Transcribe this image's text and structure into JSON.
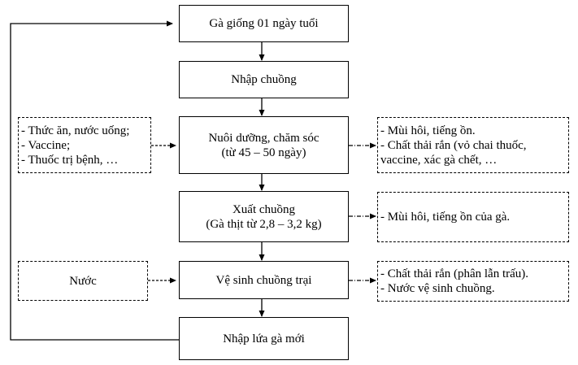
{
  "main_steps": [
    {
      "lines": [
        "Gà giống 01 ngày tuổi"
      ]
    },
    {
      "lines": [
        "Nhập chuồng"
      ]
    },
    {
      "lines": [
        "Nuôi dưỡng, chăm sóc",
        "(từ 45 – 50 ngày)"
      ]
    },
    {
      "lines": [
        "Xuất chuồng",
        "(Gà thịt từ 2,8 – 3,2 kg)"
      ]
    },
    {
      "lines": [
        "Vệ sinh chuồng trại"
      ]
    },
    {
      "lines": [
        "Nhập lứa gà mới"
      ]
    }
  ],
  "inputs": [
    {
      "lines": [
        "- Thức ăn, nước uống;",
        "- Vaccine;",
        "- Thuốc trị bệnh, …"
      ]
    },
    {
      "lines": [
        "Nước"
      ]
    }
  ],
  "outputs": [
    {
      "lines": [
        "- Mùi hôi, tiếng ồn.",
        "-  Chất thải rắn (vỏ chai thuốc,",
        "vaccine, xác gà chết, …"
      ]
    },
    {
      "lines": [
        "- Mùi hôi, tiếng ồn của gà."
      ]
    },
    {
      "lines": [
        "- Chất thải rắn (phân lẫn trấu).",
        "- Nước vệ sinh chuồng."
      ]
    }
  ]
}
